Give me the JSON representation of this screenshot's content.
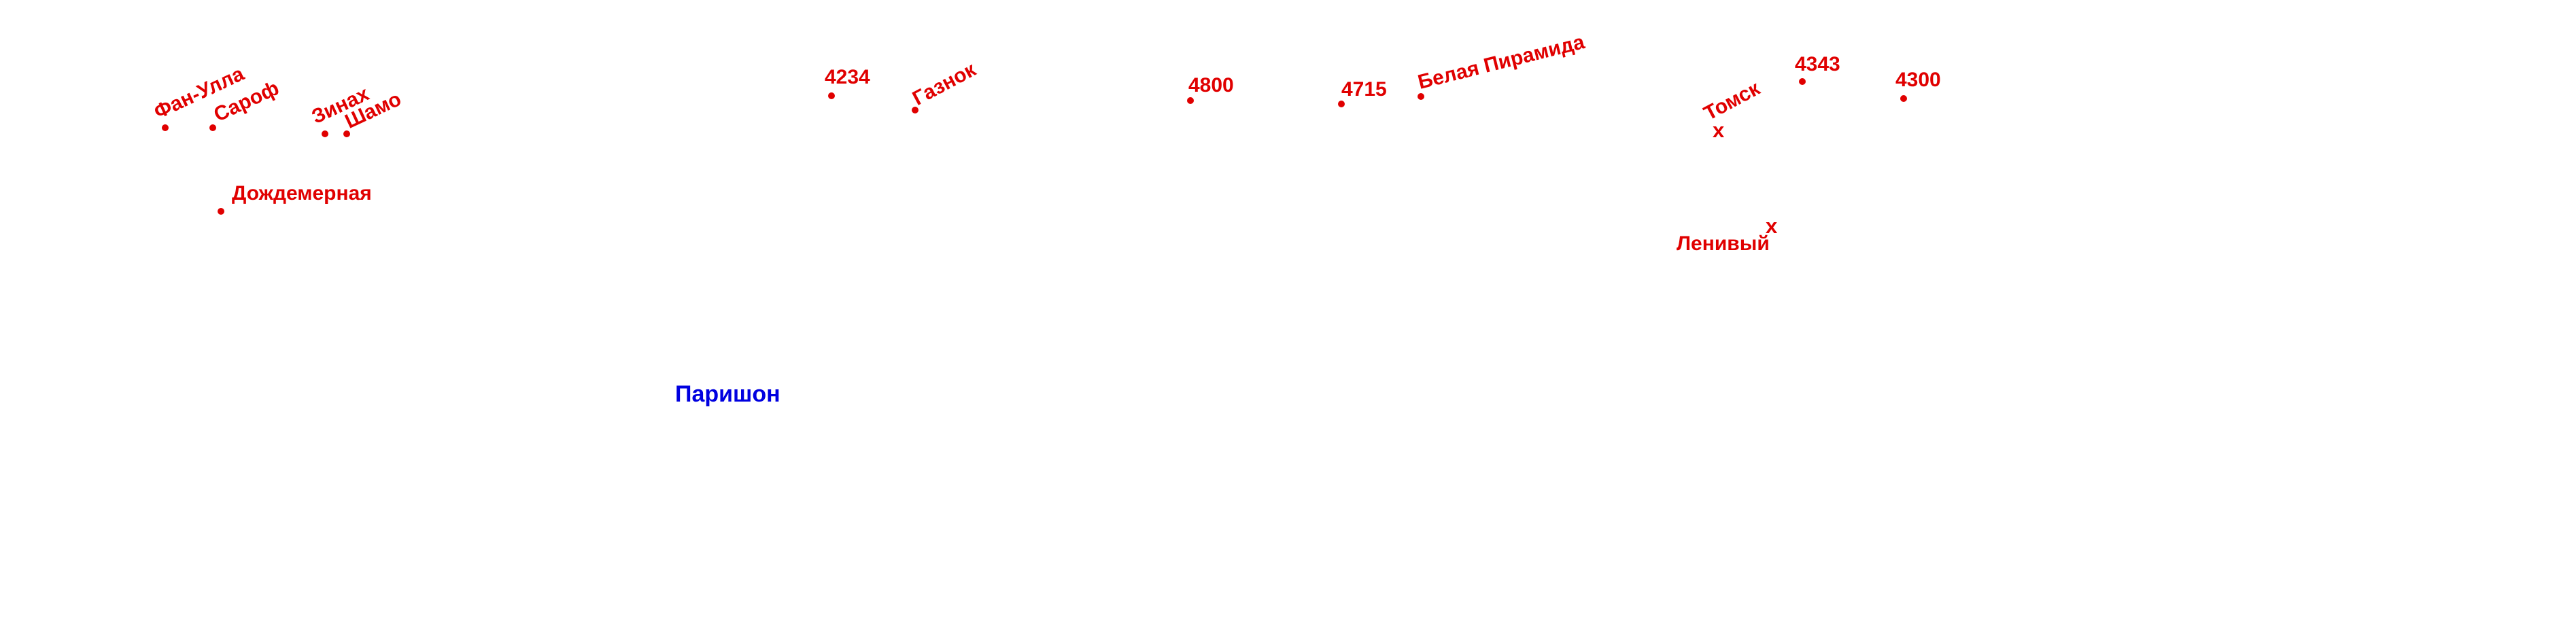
{
  "map": {
    "region_labels": [
      {
        "id": "parishon",
        "text": "Паришон",
        "color": "#0000e0"
      }
    ],
    "places": [
      {
        "id": "fan-ulla",
        "label": "Фан-Улла",
        "marker": "dot",
        "rotated": true
      },
      {
        "id": "sarof",
        "label": "Сароф",
        "marker": "dot",
        "rotated": true
      },
      {
        "id": "zinakh",
        "label": "Зинах",
        "marker": "dot",
        "rotated": true
      },
      {
        "id": "shamo",
        "label": "Шамо",
        "marker": "dot",
        "rotated": true
      },
      {
        "id": "dozhdemernaya",
        "label": "Дождемерная",
        "marker": "dot",
        "rotated": false
      },
      {
        "id": "peak-4234",
        "label": "4234",
        "marker": "dot",
        "rotated": false
      },
      {
        "id": "gaznok",
        "label": "Газнок",
        "marker": "dot",
        "rotated": true
      },
      {
        "id": "peak-4800",
        "label": "4800",
        "marker": "dot",
        "rotated": false
      },
      {
        "id": "peak-4715",
        "label": "4715",
        "marker": "dot",
        "rotated": false
      },
      {
        "id": "belaya-piramida",
        "label": "Белая Пирамида",
        "marker": "dot",
        "rotated": true
      },
      {
        "id": "tomsk",
        "label": "Томск",
        "marker": "x",
        "rotated": true
      },
      {
        "id": "peak-4343",
        "label": "4343",
        "marker": "dot",
        "rotated": false
      },
      {
        "id": "peak-4300",
        "label": "4300",
        "marker": "dot",
        "rotated": false
      },
      {
        "id": "lenivy",
        "label": "Ленивый",
        "marker": "x",
        "rotated": false
      }
    ],
    "colors": {
      "place": "#e00000",
      "region": "#0000e0",
      "background": "#ffffff"
    }
  }
}
